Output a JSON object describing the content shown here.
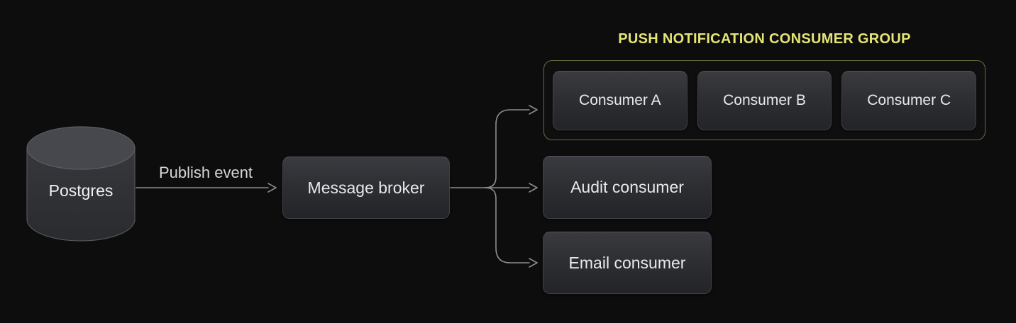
{
  "diagram": {
    "background_color": "#0d0d0e",
    "line_color": "#8b8c90",
    "accent_yellow": "#e5e576",
    "group_border_color": "#6b6b3e",
    "nodes": {
      "postgres": {
        "label": "Postgres",
        "shape": "database-cylinder"
      },
      "message_broker": {
        "label": "Message broker"
      },
      "audit_consumer": {
        "label": "Audit consumer"
      },
      "email_consumer": {
        "label": "Email consumer"
      }
    },
    "consumer_group": {
      "title": "PUSH NOTIFICATION CONSUMER GROUP",
      "members": [
        {
          "label": "Consumer A"
        },
        {
          "label": "Consumer B"
        },
        {
          "label": "Consumer C"
        }
      ]
    },
    "edges": {
      "publish_event_label": "Publish event",
      "connections": [
        "Postgres -> Message broker (Publish event)",
        "Message broker -> Push notification consumer group",
        "Message broker -> Audit consumer",
        "Message broker -> Email consumer"
      ]
    }
  }
}
